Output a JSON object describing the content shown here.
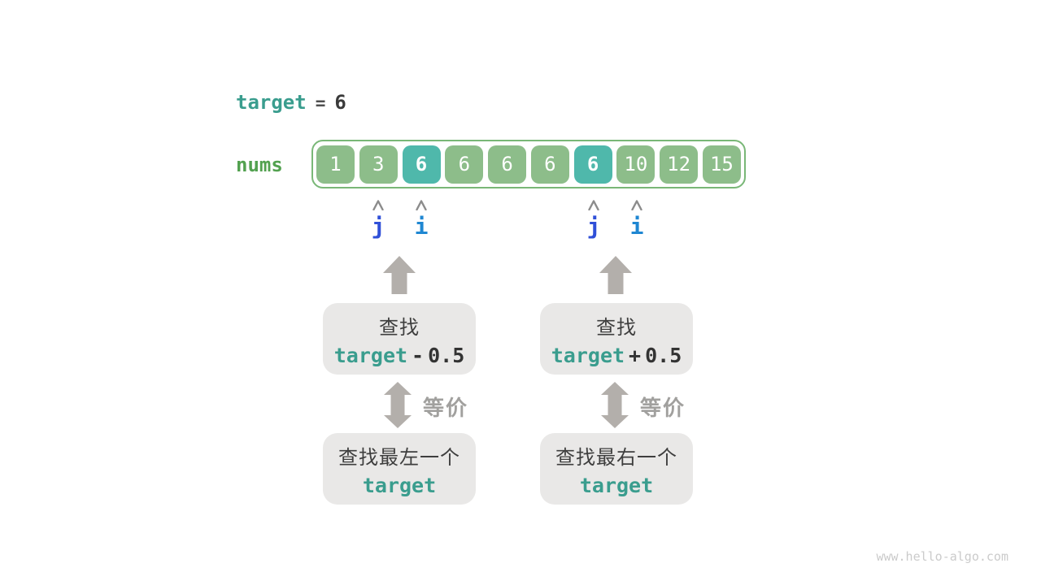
{
  "target_line": {
    "keyword": "target",
    "operator": "=",
    "value": "6"
  },
  "array": {
    "label": "nums",
    "cells": [
      {
        "value": "1",
        "highlight": false
      },
      {
        "value": "3",
        "highlight": false
      },
      {
        "value": "6",
        "highlight": true
      },
      {
        "value": "6",
        "highlight": false
      },
      {
        "value": "6",
        "highlight": false
      },
      {
        "value": "6",
        "highlight": false
      },
      {
        "value": "6",
        "highlight": true
      },
      {
        "value": "10",
        "highlight": false
      },
      {
        "value": "12",
        "highlight": false
      },
      {
        "value": "15",
        "highlight": false
      }
    ]
  },
  "pointers": {
    "left": {
      "j": "j",
      "i": "i"
    },
    "right": {
      "j": "j",
      "i": "i"
    }
  },
  "flows": {
    "left": {
      "search_label": "查找",
      "expr": {
        "keyword": "target",
        "operator": "-",
        "operand": "0.5"
      },
      "equiv_label": "等价",
      "result_line": "查找最左一个",
      "result_keyword": "target"
    },
    "right": {
      "search_label": "查找",
      "expr": {
        "keyword": "target",
        "operator": "+",
        "operand": "0.5"
      },
      "equiv_label": "等价",
      "result_line": "查找最右一个",
      "result_keyword": "target"
    }
  },
  "watermark": "www.hello-algo.com",
  "colors": {
    "teal_text": "#3a9d8e",
    "nums_label_green": "#52a14f",
    "cell_green": "#8dbd8a",
    "cell_highlight_teal": "#4fb8ab",
    "array_border_green": "#79b777",
    "dark_text": "#3a3a3a",
    "pointer_j_blue": "#3050d8",
    "pointer_i_blue": "#1f87d2",
    "arrow_gray": "#b3afab",
    "caret_gray": "#8c8c8c",
    "box_background": "#e9e8e7",
    "equiv_gray": "#a1a09e",
    "watermark_gray": "#cbcbcb"
  }
}
